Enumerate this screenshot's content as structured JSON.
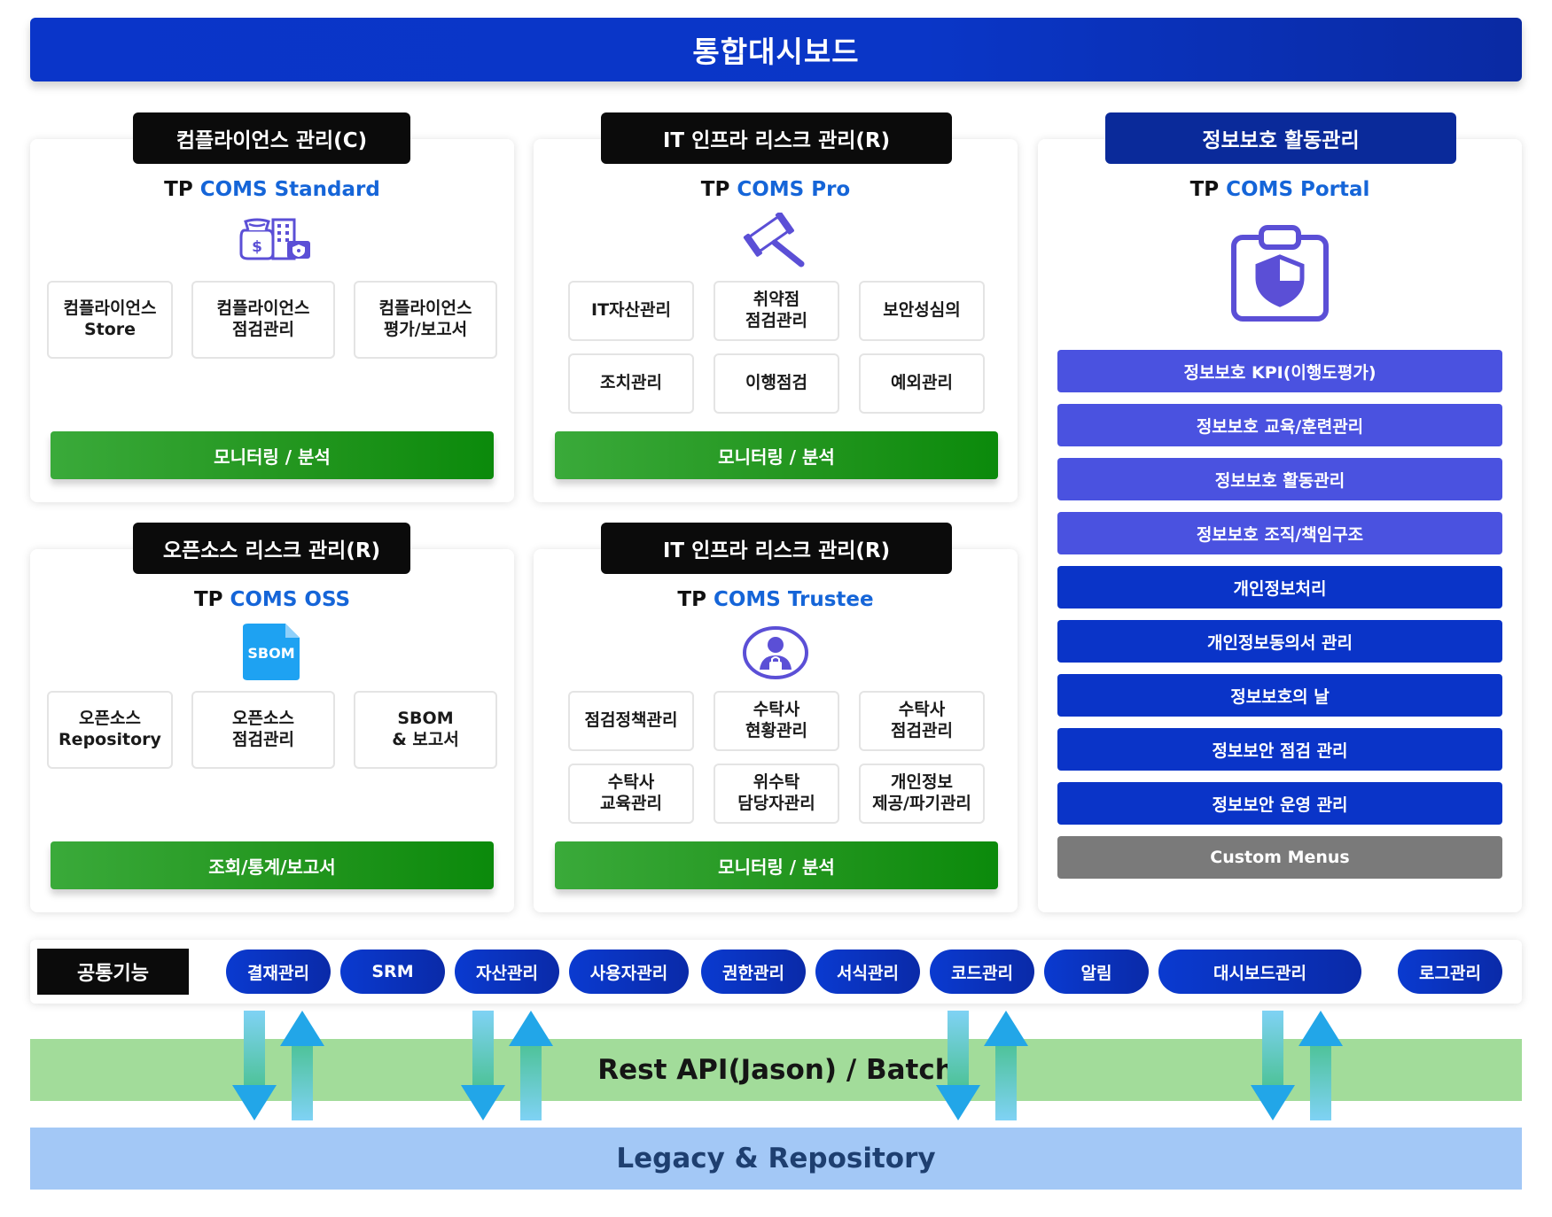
{
  "banner": {
    "title": "통합대시보드"
  },
  "panels": {
    "compliance": {
      "tag": "컴플라이언스 관리(C)",
      "product_prefix": "TP ",
      "product_name": "COMS Standard",
      "icon": "money-building-shield-icon",
      "boxes": [
        "컴플라이언스\nStore",
        "컴플라이언스\n점검관리",
        "컴플라이언스\n평가/보고서"
      ],
      "action": "모니터링 / 분석"
    },
    "infra_pro": {
      "tag": "IT 인프라 리스크 관리(R)",
      "product_prefix": "TP ",
      "product_name": "COMS Pro",
      "icon": "gavel-icon",
      "boxes": [
        "IT자산관리",
        "취약점\n점검관리",
        "보안성심의",
        "조치관리",
        "이행점검",
        "예외관리"
      ],
      "action": "모니터링 / 분석"
    },
    "oss": {
      "tag": "오픈소스 리스크 관리(R)",
      "product_prefix": "TP ",
      "product_name": "COMS OSS",
      "icon": "sbom-file-icon",
      "icon_text": "SBOM",
      "boxes": [
        "오픈소스\nRepository",
        "오픈소스\n점검관리",
        "SBOM\n& 보고서"
      ],
      "action": "조회/통계/보고서"
    },
    "trustee": {
      "tag": "IT 인프라 리스크 관리(R)",
      "product_prefix": "TP ",
      "product_name": "COMS Trustee",
      "icon": "user-lock-icon",
      "boxes": [
        "점검정책관리",
        "수탁사\n현황관리",
        "수탁사\n점검관리",
        "수탁사\n교육관리",
        "위수탁\n담당자관리",
        "개인정보\n제공/파기관리"
      ],
      "action": "모니터링 / 분석"
    },
    "portal": {
      "tag": "정보보호 활동관리",
      "product_prefix": "TP ",
      "product_name": "COMS Portal",
      "icon": "clipboard-shield-icon",
      "menus": [
        {
          "label": "정보보호 KPI(이행도평가)",
          "color": "#4a52e0"
        },
        {
          "label": "정보보호 교육/훈련관리",
          "color": "#4a52e0"
        },
        {
          "label": "정보보호 활동관리",
          "color": "#4a52e0"
        },
        {
          "label": "정보보호 조직/책임구조",
          "color": "#4a52e0"
        },
        {
          "label": "개인정보처리",
          "color": "#0a34c8"
        },
        {
          "label": "개인정보동의서 관리",
          "color": "#0a34c8"
        },
        {
          "label": "정보보호의 날",
          "color": "#0a34c8"
        },
        {
          "label": "정보보안 점검 관리",
          "color": "#0a34c8"
        },
        {
          "label": "정보보안 운영 관리",
          "color": "#0a34c8"
        },
        {
          "label": "Custom Menus",
          "color": "#7a7a7a"
        }
      ]
    }
  },
  "common": {
    "label": "공통기능",
    "items": [
      "결재관리",
      "SRM",
      "자산관리",
      "사용자관리",
      "권한관리",
      "서식관리",
      "코드관리",
      "알림",
      "대시보드관리",
      "로그관리"
    ]
  },
  "api_band": {
    "label": "Rest API(Jason) / Batch"
  },
  "legacy_band": {
    "label": "Legacy & Repository"
  },
  "colors": {
    "accent_blue": "#1565d8",
    "banner_blue": "#0a35c9",
    "green": "#23961f",
    "icon_purple": "#5b4fd6"
  }
}
